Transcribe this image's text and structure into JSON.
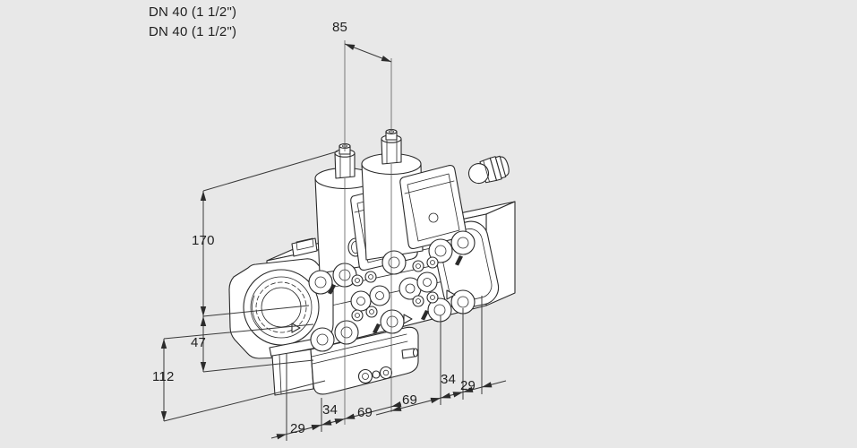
{
  "figure_type": "isometric dimensional drawing of a double solenoid gas valve",
  "colors": {
    "background": "#e8e8e8",
    "line": "#2b2b2b",
    "dimension_line": "#3a3a3a",
    "text": "#1f1f1f"
  },
  "annotations": {
    "connection_top": "DN 40 (1 1/2\")",
    "connection_bottom": "DN 40 (1 1/2\")"
  },
  "dimensions": {
    "solenoid_pitch": "85",
    "total_height": "170",
    "port_axis_height": "47",
    "lower_height": "112",
    "front_34": "34",
    "front_69": "69",
    "right_69": "69",
    "right_34": "34",
    "right_29": "29",
    "front_29": "29"
  }
}
